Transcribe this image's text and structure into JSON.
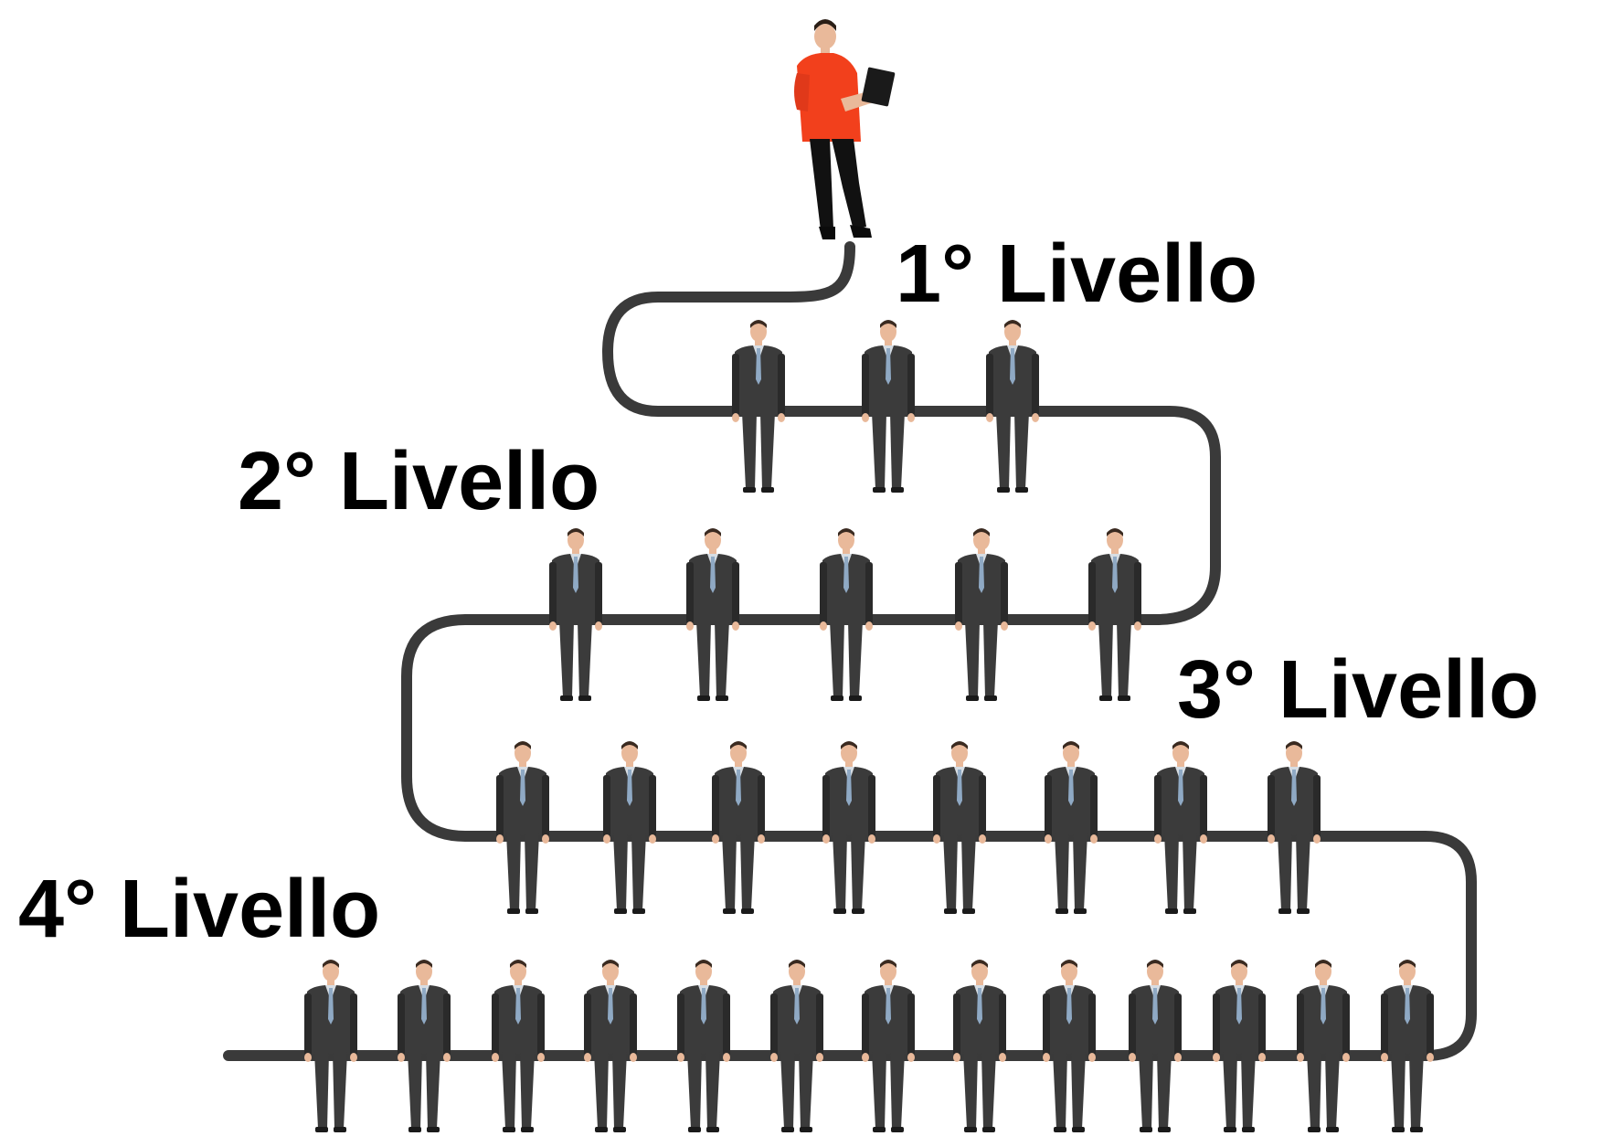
{
  "levels": [
    {
      "label": "1° Livello",
      "people": 3
    },
    {
      "label": "2° Livello",
      "people": 5
    },
    {
      "label": "3° Livello",
      "people": 8
    },
    {
      "label": "4° Livello",
      "people": 13
    }
  ],
  "colors": {
    "path": "#3a3a3a",
    "suit": "#3b3b3b",
    "suit_shadow": "#2a2a2a",
    "shirt": "#d7dde3",
    "tie": "#8fa9c4",
    "skin": "#e9b99a",
    "hair": "#3a2a20",
    "leader_shirt": "#f2401c",
    "leader_pants": "#111111",
    "laptop": "#1a1a1a"
  },
  "icons": {
    "leader": "leader-with-laptop-icon",
    "member": "businessman-icon"
  }
}
